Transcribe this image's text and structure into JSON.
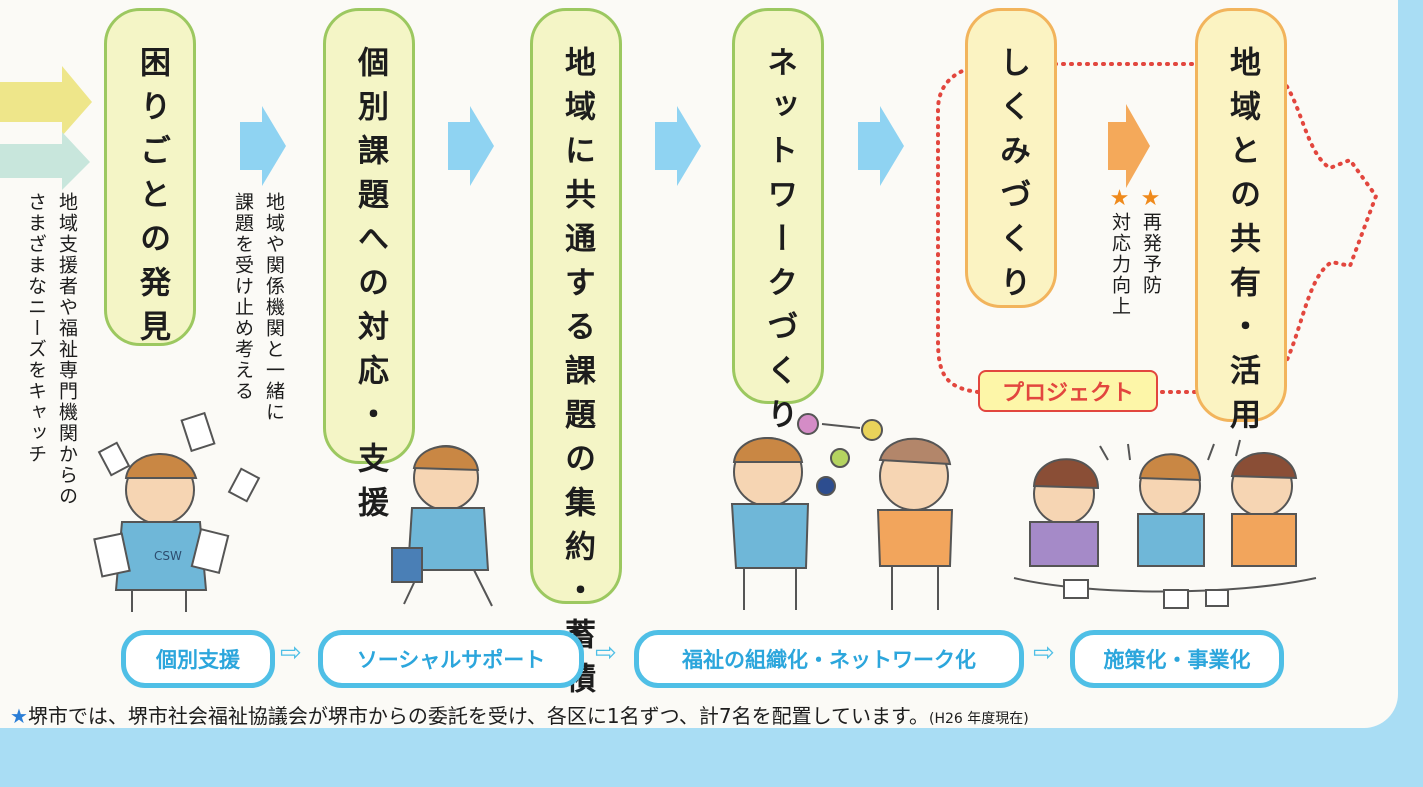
{
  "stages": [
    {
      "label": "困りごとの発見"
    },
    {
      "label": "個別課題への対応・支援"
    },
    {
      "label": "地域に共通する課題の集約・蓄積"
    },
    {
      "label": "ネットワークづくり"
    },
    {
      "label": "しくみづくり"
    },
    {
      "label": "地域との共有・活用"
    }
  ],
  "notes": {
    "left_line1": "地域支援者や福祉専門機関からの",
    "left_line2": "さまざまなニーズをキャッチ",
    "mid_line1": "地域や関係機関と一緒に",
    "mid_line2": "課題を受け止め考える",
    "prevent": "再発予防",
    "capacity": "対応力向上",
    "star": "★"
  },
  "project_label": "プロジェクト",
  "phases": [
    "個別支援",
    "ソーシャルサポート",
    "福祉の組織化・ネットワーク化",
    "施策化・事業化"
  ],
  "phase_arrow": "⇨",
  "footnote": {
    "star": "★",
    "text": "堺市では、堺市社会福祉協議会が堺市からの委託を受け、各区に1名ずつ、計7名を配置しています。",
    "note": "(H26 年度現在)"
  },
  "figure_labels": [
    "CSW"
  ],
  "colors": {
    "background": "#fbfaf6",
    "frame_blue": "#a9ddf4",
    "pill_green_border": "#9cc860",
    "pill_fill": "#f4f5c6",
    "pill_orange_border": "#f2b45c",
    "arrow_blue": "#8fd3f2",
    "arrow_orange": "#f4a95a",
    "arrow_yellow": "#eee68a",
    "arrow_teal": "#c8e6dc",
    "badge_text": "#2ca6dc",
    "project_red": "#e2463e",
    "star_orange": "#ef8a1c",
    "star_blue": "#2b7ed6"
  }
}
